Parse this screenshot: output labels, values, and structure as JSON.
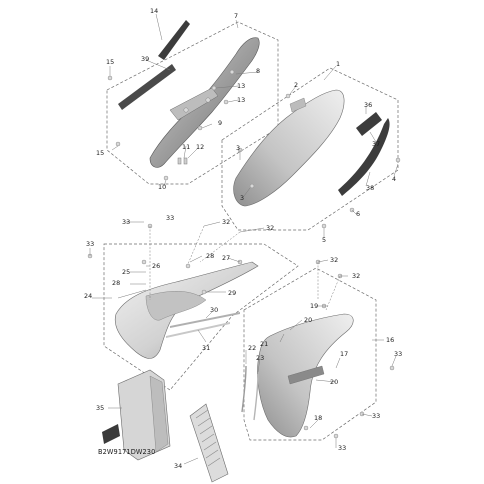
{
  "diagram_code": "B2W9171DW230",
  "callouts": {
    "c1": "1",
    "c2": "2",
    "c3a": "3",
    "c3b": "3",
    "c4": "4",
    "c5": "5",
    "c6": "6",
    "c7": "7",
    "c8": "8",
    "c9": "9",
    "c10": "10",
    "c11": "11",
    "c12": "12",
    "c13a": "13",
    "c13b": "13",
    "c14": "14",
    "c15a": "15",
    "c15b": "15",
    "c16": "16",
    "c17": "17",
    "c18": "18",
    "c19": "19",
    "c20a": "20",
    "c20b": "20",
    "c21": "21",
    "c22": "22",
    "c23": "23",
    "c24": "24",
    "c25": "25",
    "c26": "26",
    "c27": "27",
    "c28a": "28",
    "c28b": "28",
    "c29": "29",
    "c30": "30",
    "c31": "31",
    "c32a": "32",
    "c32b": "32",
    "c32c": "32",
    "c32d": "32",
    "c33a": "33",
    "c33b": "33",
    "c33c": "33",
    "c33d": "33",
    "c33e": "33",
    "c34": "34",
    "c35": "35",
    "c36": "36",
    "c37": "37",
    "c38": "38",
    "c39": "39"
  },
  "colors": {
    "panel_light": "#e6e6e6",
    "panel_mid": "#c8c8c8",
    "panel_dark": "#8c8c8c",
    "stroke": "#6b6b6b",
    "dark_graphic": "#3c3c3c"
  }
}
